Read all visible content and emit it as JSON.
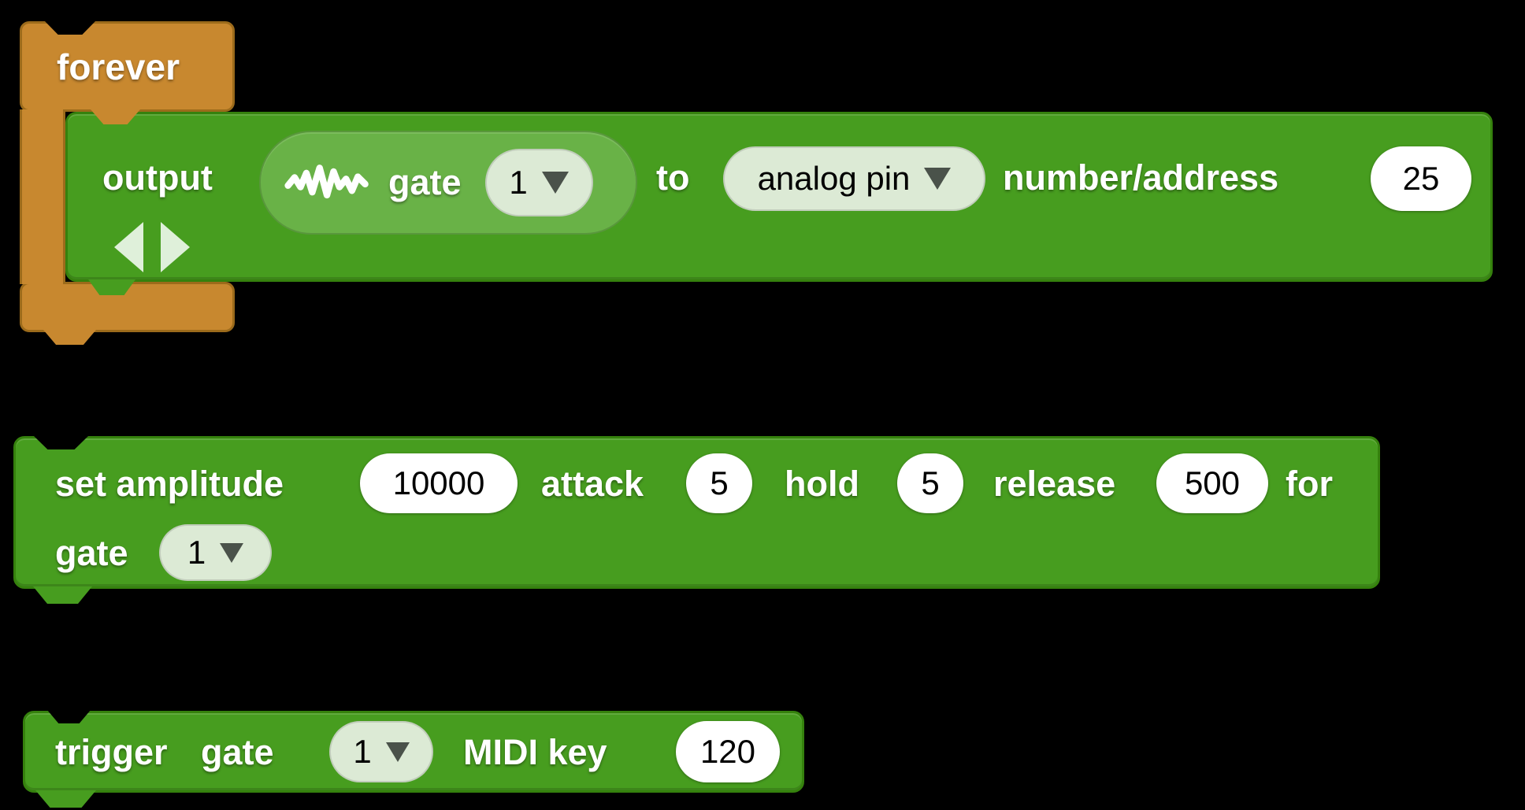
{
  "colors": {
    "background": "#000000",
    "block_green": "#479d1f",
    "block_green_border": "#35810d",
    "reporter_green": "#69b247",
    "dropdown_pill": "#dcead5",
    "input_white": "#ffffff",
    "control_orange": "#c8882f",
    "control_orange_border": "#9c6b1b",
    "label_text": "#ffffff",
    "value_text": "#000000",
    "dropdown_arrow": "#4a524a"
  },
  "icons": {
    "waveform": "waveform-icon",
    "dropdown": "dropdown-triangle-icon",
    "variadic_left": "arrow-left-icon",
    "variadic_right": "arrow-right-icon"
  },
  "forever": {
    "label": "forever"
  },
  "output": {
    "label_output": "output",
    "reporter": {
      "label_gate": "gate",
      "gate_value": "1"
    },
    "label_to": "to",
    "target_value": "analog pin",
    "label_number_address": "number/address",
    "address_value": "25"
  },
  "envelope": {
    "label_set_amplitude": "set amplitude",
    "amplitude_value": "10000",
    "label_attack": "attack",
    "attack_value": "5",
    "label_hold": "hold",
    "hold_value": "5",
    "label_release": "release",
    "release_value": "500",
    "label_for": "for",
    "label_gate": "gate",
    "gate_value": "1"
  },
  "trigger": {
    "label_trigger": "trigger",
    "label_gate": "gate",
    "gate_value": "1",
    "label_midi_key": "MIDI key",
    "midi_value": "120"
  }
}
